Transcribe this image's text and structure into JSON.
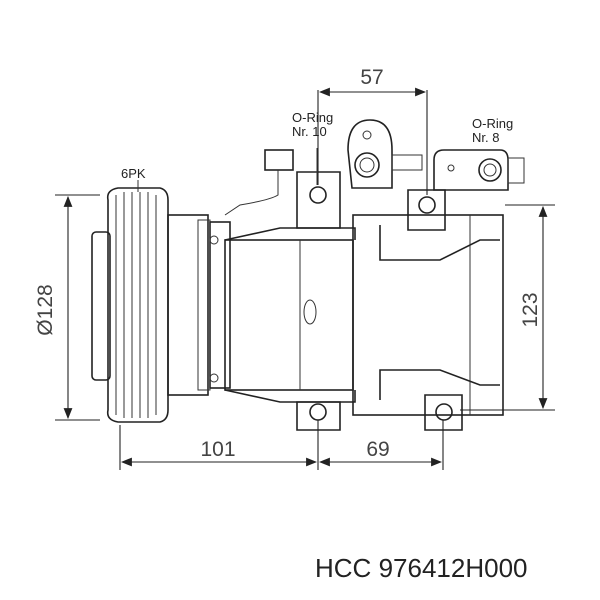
{
  "labels": {
    "belt": "6PK",
    "oring_left_line1": "O-Ring",
    "oring_left_line2": "Nr. 10",
    "oring_right_line1": "O-Ring",
    "oring_right_line2": "Nr. 8"
  },
  "dimensions": {
    "pulley_diameter": "Ø128",
    "top_width": "57",
    "bottom_left": "101",
    "bottom_right": "69",
    "height": "123"
  },
  "caption": {
    "brand": "HCC",
    "part_number": "976412H000"
  }
}
